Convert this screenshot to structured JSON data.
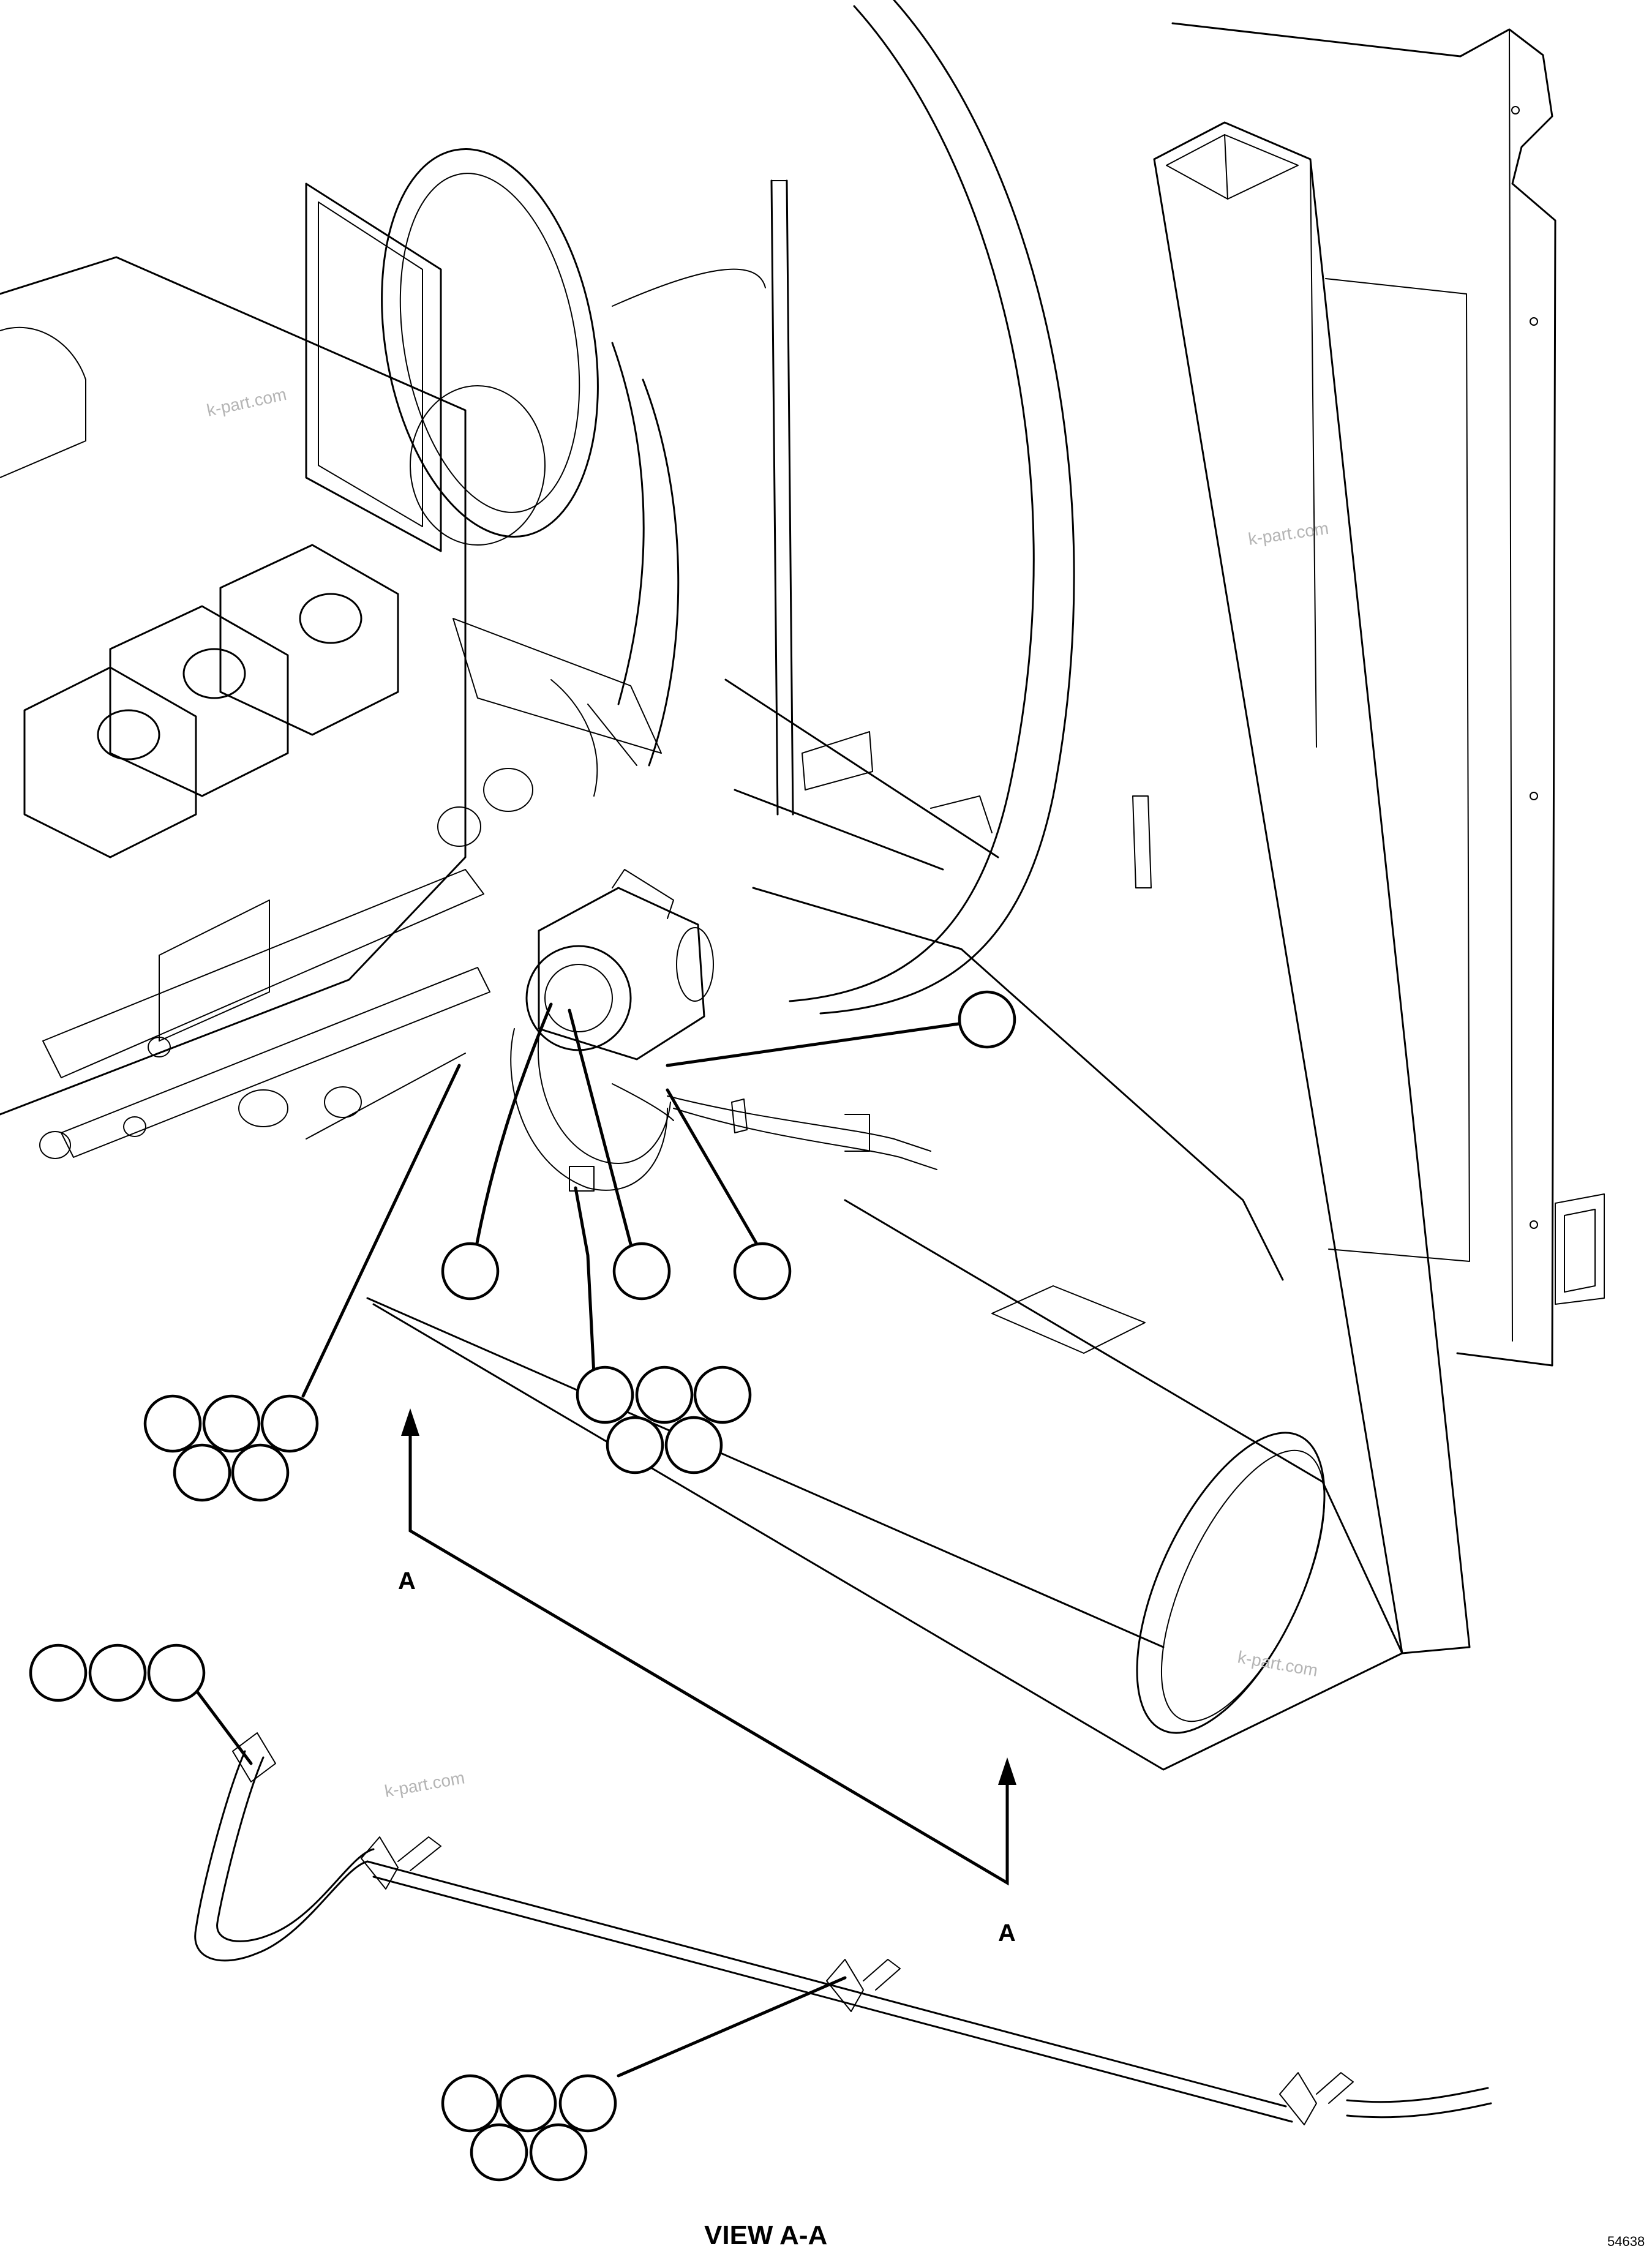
{
  "diagram": {
    "section_label_top": "A",
    "section_label_bottom": "A",
    "view_caption": "VIEW A-A",
    "figure_ref": "54638",
    "watermark": "k-part.com"
  },
  "colors": {
    "line": "#000000",
    "background": "#ffffff",
    "watermark": "#b4b4b4"
  },
  "callouts": {
    "count": 22,
    "labels_visible": false
  }
}
